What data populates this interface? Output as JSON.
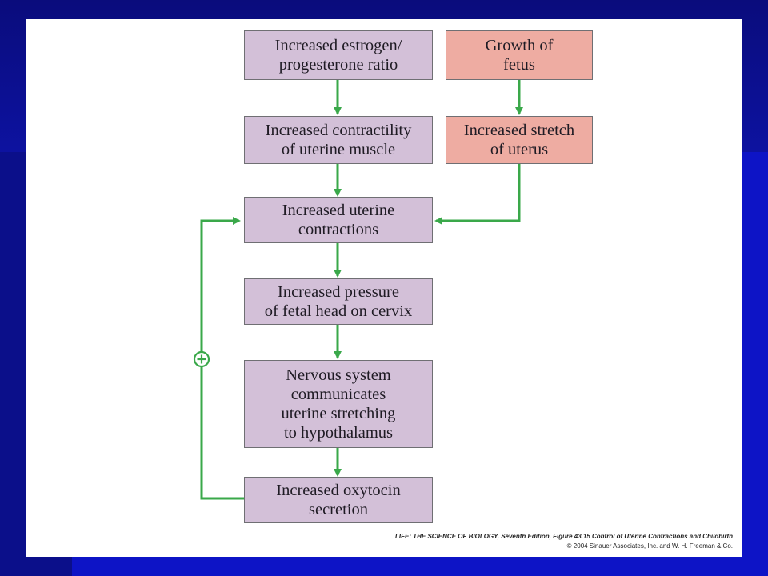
{
  "diagram": {
    "boxes": {
      "estrogen_ratio": "Increased estrogen/\nprogesterone ratio",
      "growth_fetus": "Growth of\nfetus",
      "contractility": "Increased contractility\nof uterine muscle",
      "stretch_uterus": "Increased stretch\nof uterus",
      "uterine_contractions": "Increased uterine\ncontractions",
      "fetal_head_pressure": "Increased pressure\nof fetal head on cervix",
      "nervous_system": "Nervous system\ncommunicates\nuterine stretching\nto hypothalamus",
      "oxytocin": "Increased oxytocin\nsecretion"
    },
    "feedback_symbol": "⊕"
  },
  "caption": {
    "line1": "LIFE: THE SCIENCE OF BIOLOGY, Seventh Edition, Figure 43.15 Control of Uterine Contractions and Childbirth",
    "line2": "© 2004 Sinauer Associates, Inc. and W. H. Freeman & Co."
  },
  "colors": {
    "background": "#0b0f8a",
    "purple_box": "#d3c0d8",
    "pink_box": "#eeaca2",
    "arrow": "#3aa84a"
  }
}
